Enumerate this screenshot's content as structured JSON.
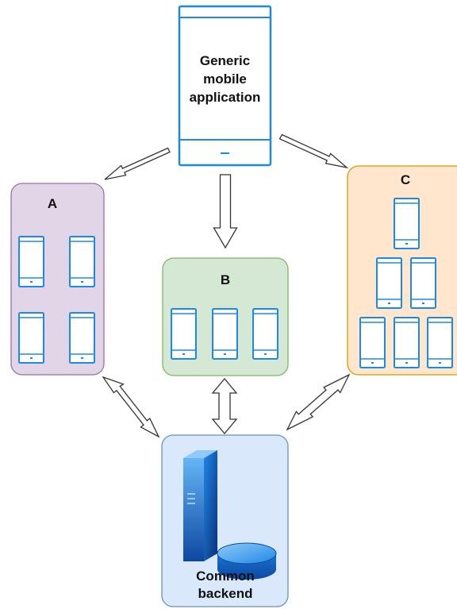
{
  "main_device": {
    "title_lines": [
      "Generic",
      "mobile",
      "application"
    ]
  },
  "groups": {
    "a": {
      "label": "A",
      "fill": "#e1d5e7",
      "stroke": "#9673a6"
    },
    "b": {
      "label": "B",
      "fill": "#d5e8d4",
      "stroke": "#82b366"
    },
    "c": {
      "label": "C",
      "fill": "#ffe6cc",
      "stroke": "#d79b00"
    }
  },
  "backend": {
    "label_lines": [
      "Common",
      "backend"
    ],
    "fill": "#dae8fc",
    "stroke": "#6c8ebf"
  },
  "colors": {
    "device_stroke": "#1e88e5",
    "arrow_stroke": "#333333",
    "server_blue": "#1565c0"
  },
  "icons": [
    "mobile-phone-icon",
    "server-tower-icon",
    "database-disk-icon"
  ]
}
